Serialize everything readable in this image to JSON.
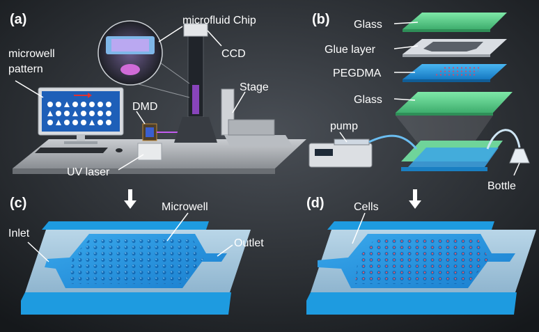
{
  "panels": [
    {
      "id": "a",
      "label": "(a)"
    },
    {
      "id": "b",
      "label": "(b)"
    },
    {
      "id": "c",
      "label": "(c)"
    },
    {
      "id": "d",
      "label": "(d)"
    }
  ],
  "labels_a": {
    "microfluid_chip": "microfluid Chip",
    "ccd": "CCD",
    "microwell_line1": "microwell",
    "microwell_line2": "pattern",
    "stage": "Stage",
    "dmd": "DMD",
    "uv_laser": "UV laser"
  },
  "labels_b": {
    "glass_top": "Glass",
    "glue_layer": "Glue layer",
    "pegdma": "PEGDMA",
    "glass_bottom": "Glass",
    "pump": "pump",
    "bottle": "Bottle"
  },
  "labels_c": {
    "inlet": "Inlet",
    "microwell": "Microwell",
    "outlet": "Outlet"
  },
  "labels_d": {
    "cells": "Cells"
  },
  "colors": {
    "background_dark": "#2a2e33",
    "glass_green": "#4ccf86",
    "chip_blue": "#1e9be0",
    "uv_purple": "#a34ce0",
    "laser_red": "#e03030"
  }
}
